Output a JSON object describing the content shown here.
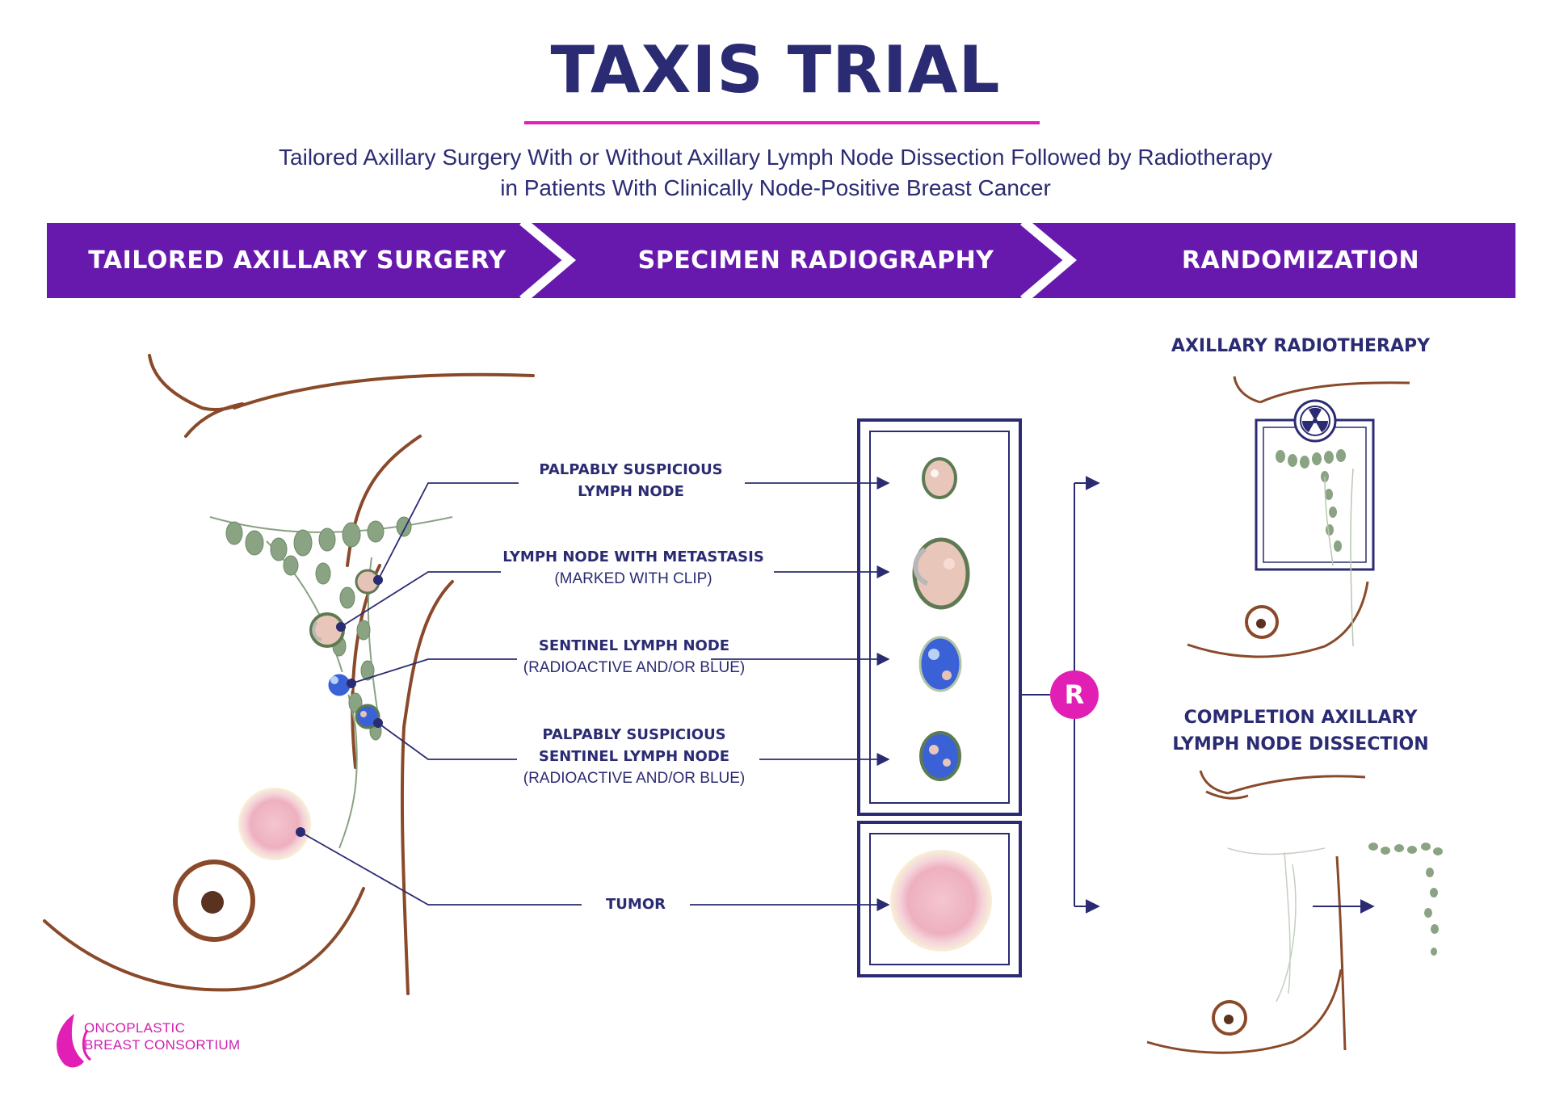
{
  "header": {
    "title": "TAXIS TRIAL",
    "subtitle_line1": "Tailored Axillary Surgery With or Without Axillary Lymph Node Dissection Followed by Radiotherapy",
    "subtitle_line2": "in Patients With Clinically Node-Positive Breast Cancer"
  },
  "steps": [
    {
      "label": "TAILORED AXILLARY SURGERY"
    },
    {
      "label": "SPECIMEN RADIOGRAPHY"
    },
    {
      "label": "RANDOMIZATION"
    }
  ],
  "node_labels": [
    {
      "bold_line1": "PALPABLY SUSPICIOUS",
      "bold_line2": "LYMPH NODE",
      "note": ""
    },
    {
      "bold_line1": "LYMPH NODE WITH METASTASIS",
      "bold_line2": "",
      "note": "(MARKED WITH CLIP)"
    },
    {
      "bold_line1": "SENTINEL LYMPH NODE",
      "bold_line2": "",
      "note": "(RADIOACTIVE AND/OR BLUE)"
    },
    {
      "bold_line1": "PALPABLY SUSPICIOUS",
      "bold_line2": "SENTINEL LYMPH NODE",
      "note": "(RADIOACTIVE AND/OR BLUE)"
    },
    {
      "bold_line1": "TUMOR",
      "bold_line2": "",
      "note": ""
    }
  ],
  "randomization": {
    "symbol": "R",
    "arm_a": {
      "line1": "AXILLARY RADIOTHERAPY",
      "line2": ""
    },
    "arm_b": {
      "line1": "COMPLETION AXILLARY",
      "line2": "LYMPH NODE DISSECTION"
    }
  },
  "logo": {
    "line1": "ONCOPLASTIC",
    "line2": "BREAST CONSORTIUM"
  },
  "colors": {
    "navy": "#2b2b73",
    "purple_banner": "#6619ac",
    "magenta": "#e21fb5",
    "skin_line": "#8a4a2a",
    "lymph_green": "#8aa383",
    "sentinel_blue": "#3a62d6",
    "tumor_pink": "#f2b8c4"
  }
}
